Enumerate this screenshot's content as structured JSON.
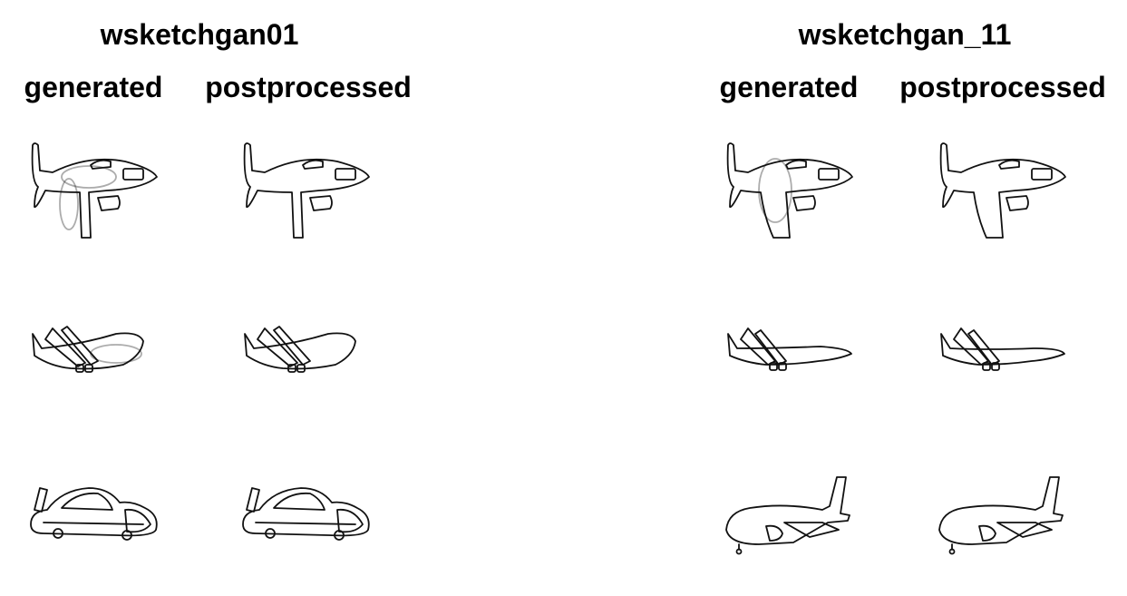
{
  "panels": [
    {
      "title": "wsketchgan01",
      "columns": [
        "generated",
        "postprocessed"
      ]
    },
    {
      "title": "wsketchgan_11",
      "columns": [
        "generated",
        "postprocessed"
      ]
    }
  ]
}
